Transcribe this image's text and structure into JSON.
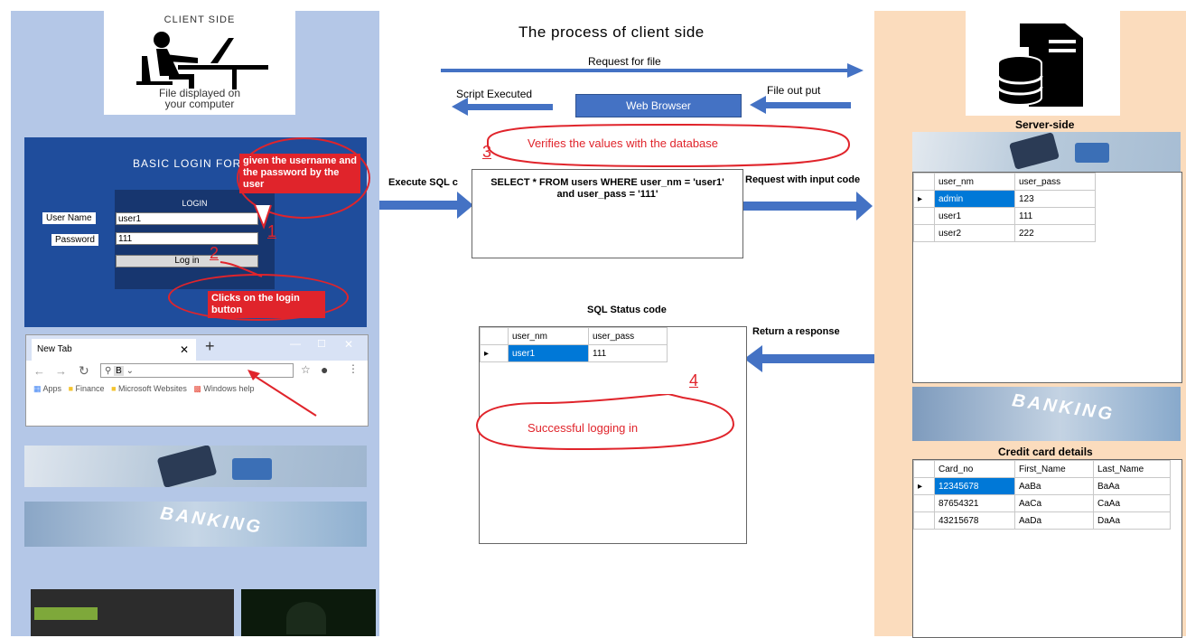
{
  "title": "The process of client side",
  "flow": {
    "request_for_file": "Request for file",
    "script_executed": "Script Executed",
    "file_out_put": "File out put",
    "web_browser": "Web Browser",
    "execute_sql": "Execute  SQL c",
    "request_with_input": "Request with input code",
    "return_response": "Return a response",
    "sql_status": "SQL Status code"
  },
  "client": {
    "title": "CLIENT SIDE",
    "caption_line1": "File displayed on",
    "caption_line2": "your computer"
  },
  "login_form": {
    "heading": "BASIC LOGIN FOR",
    "box_title": "LOGIN",
    "username_label": "User Name",
    "username_value": "user1",
    "password_label": "Password",
    "password_value": "111",
    "login_button": "Log in"
  },
  "annotations": {
    "note1": "given the username and the password by the user",
    "num1": "1",
    "note2": "Clicks on the login button",
    "num2": "2",
    "note3": "Verifies the values with the database",
    "num3": "3",
    "note4": "Successful logging in",
    "num4": "4"
  },
  "sql_query": {
    "line1": "SELECT * FROM users WHERE user_nm = 'user1'",
    "line2": "and user_pass = '111'"
  },
  "browser": {
    "tab_title": "New Tab",
    "address_text": "B",
    "bookmarks": [
      "Apps",
      "Finance",
      "Microsoft Websites",
      "Windows help"
    ]
  },
  "banking_text": "BANKING",
  "server": {
    "label": "Server-side",
    "users_table": {
      "columns": [
        "user_nm",
        "user_pass"
      ],
      "rows": [
        [
          "admin",
          "123"
        ],
        [
          "user1",
          "111"
        ],
        [
          "user2",
          "222"
        ]
      ]
    },
    "credit_label": "Credit card details",
    "credit_table": {
      "columns": [
        "Card_no",
        "First_Name",
        "Last_Name"
      ],
      "rows": [
        [
          "12345678",
          "AaBa",
          "BaAa"
        ],
        [
          "87654321",
          "AaCa",
          "CaAa"
        ],
        [
          "43215678",
          "AaDa",
          "DaAa"
        ]
      ]
    }
  },
  "status_table": {
    "columns": [
      "user_nm",
      "user_pass"
    ],
    "rows": [
      [
        "user1",
        "111"
      ]
    ]
  },
  "colors": {
    "arrow_blue": "#4472c4",
    "annotation_red": "#e0242b",
    "left_bg": "#b4c7e7",
    "right_bg": "#fbdcbd",
    "selection_blue": "#0078d7"
  }
}
